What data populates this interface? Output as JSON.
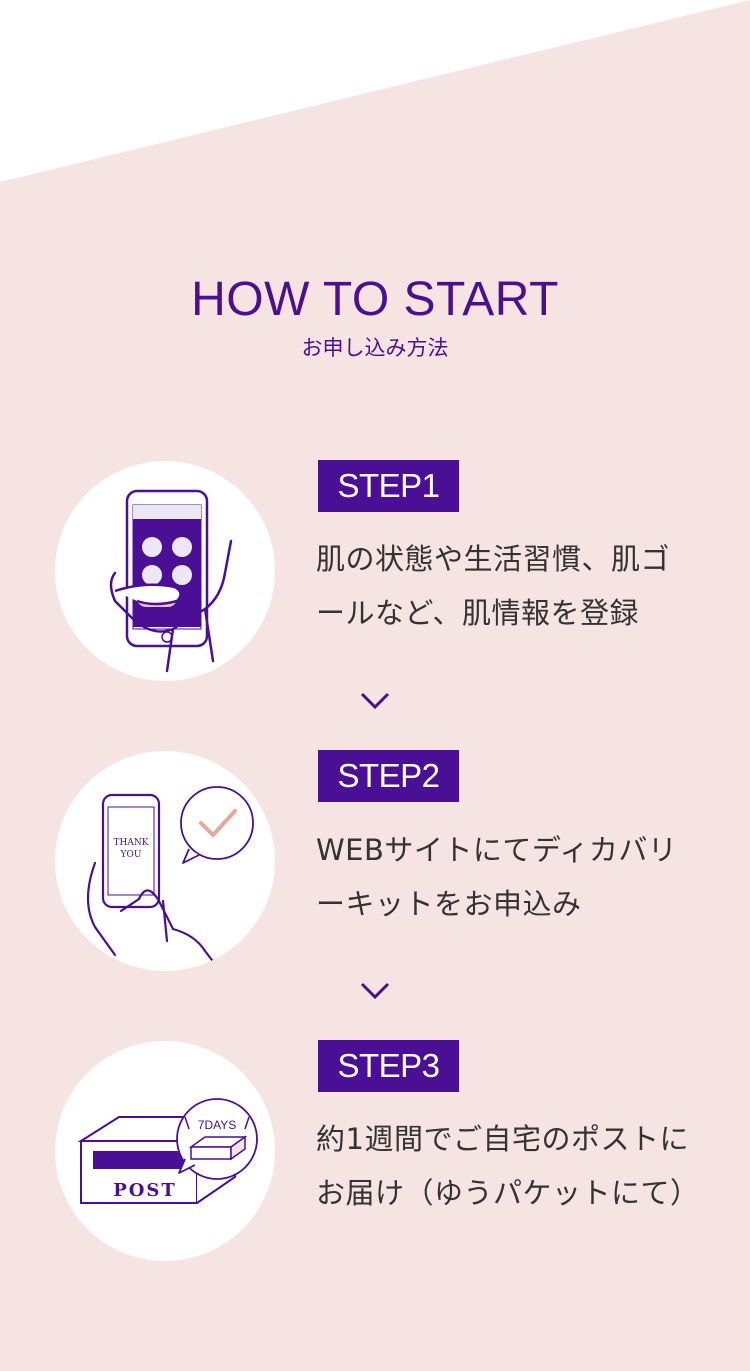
{
  "header": {
    "title": "HOW TO START",
    "subtitle": "お申し込み方法"
  },
  "colors": {
    "accent": "#4b0f96",
    "background": "#f5e4e1",
    "text": "#333333",
    "white": "#ffffff"
  },
  "steps": [
    {
      "label": "STEP1",
      "lines": [
        "肌の状態や生活習慣、肌ゴ",
        "ールなど、肌情報を登録"
      ],
      "icon": "phone-hand-icon"
    },
    {
      "label": "STEP2",
      "lines": [
        "WEBサイトにてディカバリ",
        "ーキットをお申込み"
      ],
      "icon": "phone-thank-you-icon",
      "phone_text_1": "THANK",
      "phone_text_2": "YOU"
    },
    {
      "label": "STEP3",
      "lines": [
        "約1週間でご自宅のポストに",
        "お届け（ゆうパケットにて）"
      ],
      "icon": "post-box-icon",
      "badge_text": "7DAYS",
      "box_text": "POST"
    }
  ]
}
